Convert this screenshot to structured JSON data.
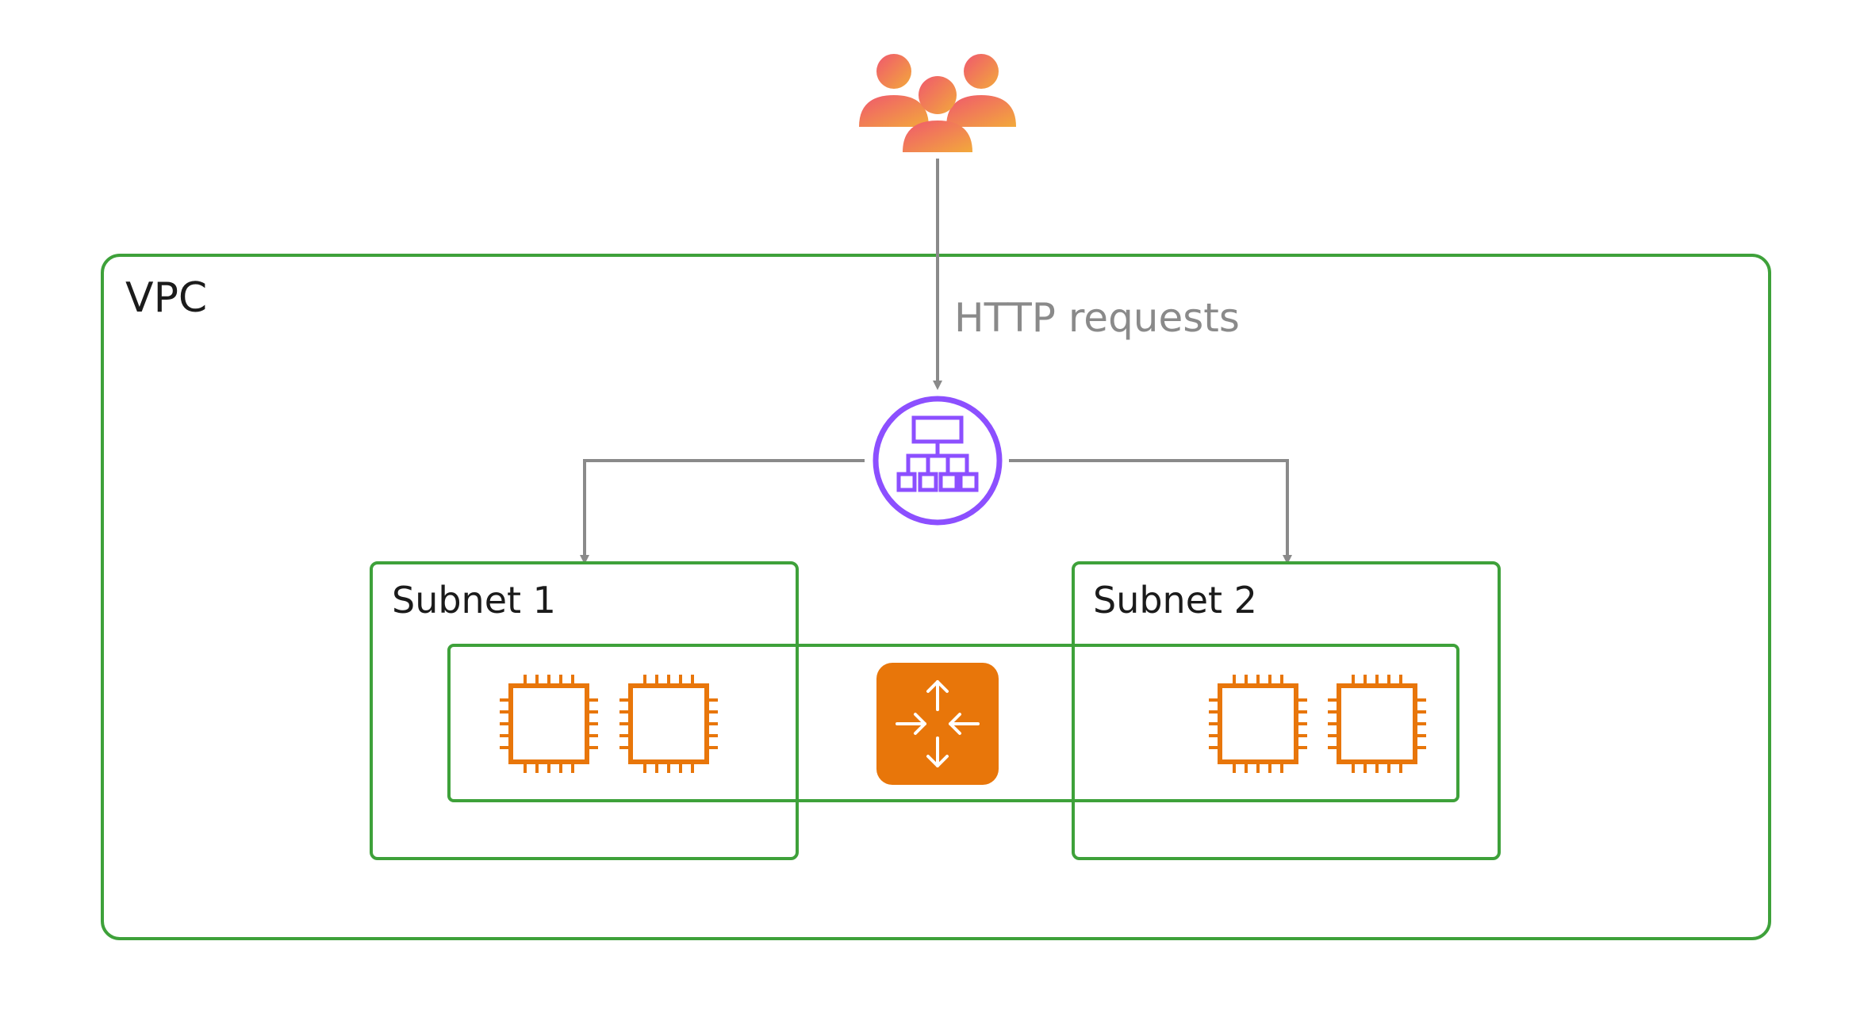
{
  "diagram": {
    "users_icon": "users-group-icon",
    "vpc": {
      "label": "VPC",
      "color": "#3ea13a"
    },
    "http_label": "HTTP requests",
    "load_balancer": {
      "icon": "load-balancer-icon",
      "color": "#8c4fff"
    },
    "subnets": [
      {
        "label": "Subnet 1"
      },
      {
        "label": "Subnet 2"
      }
    ],
    "auto_scaling_group": {
      "color": "#3ea13a"
    },
    "router": {
      "icon": "router-arrows-icon",
      "color": "#e8760a"
    },
    "instances": {
      "icon": "ec2-instance-chip-icon",
      "color": "#e8760a",
      "count": 4
    },
    "arrow_color": "#8a8a8a"
  }
}
